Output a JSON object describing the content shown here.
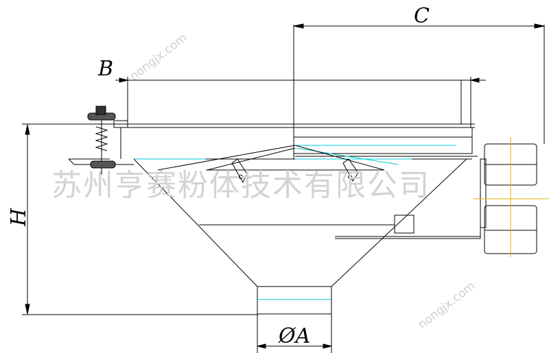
{
  "dimensions": {
    "c_label": "C",
    "b_label": "B",
    "h_label": "H",
    "a_label": "ØA"
  },
  "watermark": {
    "company": "苏州亨赛粉体技术有限公司",
    "site_top": "nongjx.com",
    "site_bottom": "nongjx.com"
  },
  "colors": {
    "outline": "#000000",
    "cyan": "#00c8d8",
    "watermark": "#cfcfcf",
    "center_line": "#e0b000"
  }
}
